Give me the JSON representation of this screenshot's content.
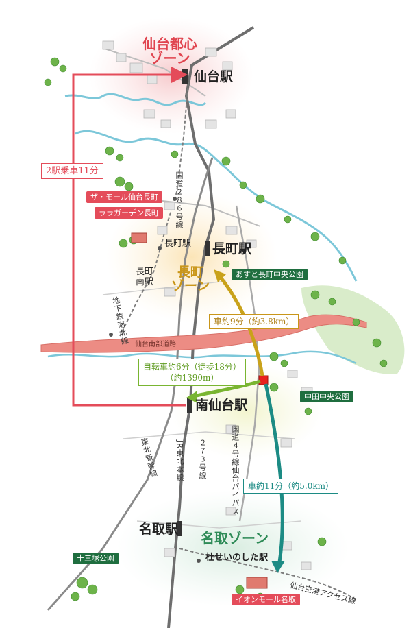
{
  "zones": {
    "sendai": "仙台都心\nゾーン",
    "nagamachi": "長町\nゾーン",
    "natori": "名取ゾーン"
  },
  "stations": {
    "sendai": "仙台駅",
    "nagamachi": "長町駅",
    "nagamachi_subway": "長町駅",
    "nagamachi_minami": "長町\n南駅",
    "minami_sendai": "南仙台駅",
    "natori": "名取駅",
    "morisei": "杜せいのした駅"
  },
  "roads": {
    "route286": "国道２８６号線",
    "subway_namboku": "地下鉄南北線",
    "sendai_nanbu_road": "仙台南部道路",
    "jr_tohoku": "JR東北本線",
    "tohoku_shinkansen": "東北新幹線",
    "route273": "２７３号線",
    "route4_bypass": "国道４号線仙台バイパス",
    "airport_access": "仙台空港アクセス線"
  },
  "facilities": {
    "the_mall": "ザ・モール仙台長町",
    "lalagarden": "ララガーデン長町",
    "asuto_park": "あすと長町中央公園",
    "nakada_park": "中田中央公園",
    "jusanzuka_park": "十三塚公園",
    "aeon_mall": "イオンモール名取"
  },
  "routes": {
    "train": "2駅乗車11分",
    "car_nagamachi": "車約9分（約3.8km）",
    "bike_line1": "自転車約6分（徒歩18分）",
    "bike_line2": "（約1390m）",
    "car_aeon": "車約11分（約5.0km）"
  },
  "colors": {
    "zone_red": "#e0444f",
    "zone_gold": "#c9961a",
    "zone_green": "#2e8b57",
    "train_route": "#e44c5a",
    "car_route_gold": "#c9a21a",
    "bike_route": "#79b531",
    "car_route_teal": "#1c8b84",
    "expressway": "#ec8c84",
    "river": "#7cc7d9"
  }
}
